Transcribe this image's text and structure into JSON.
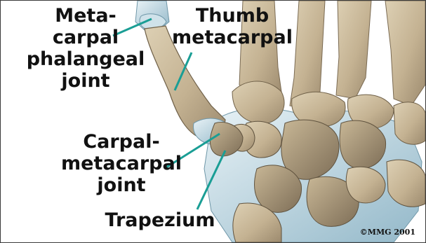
{
  "labels": {
    "mcp": "Meta-\ncarpal\nphalangeal\njoint",
    "thumb": "Thumb\nmetacarpal",
    "cmc": "Carpal-\nmetacarpal\njoint",
    "trapezium": "Trapezium"
  },
  "copyright": "©MMG 2001",
  "colors": {
    "bone": "#c9b99a",
    "bone_shadow": "#8f7f66",
    "cartilage": "#aac8d6",
    "pointer": "#1a9e95",
    "text": "#111111"
  }
}
